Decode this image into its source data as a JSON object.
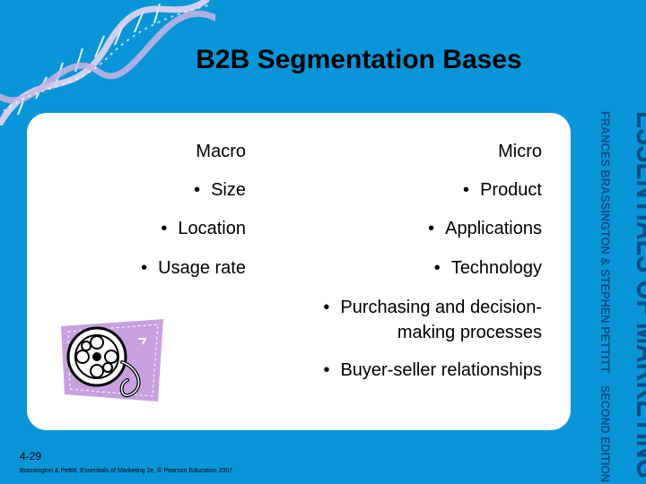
{
  "slide": {
    "title": "B2B Segmentation Bases",
    "macro": {
      "heading": "Macro",
      "items": [
        "Size",
        "Location",
        "Usage rate"
      ]
    },
    "micro": {
      "heading": "Micro",
      "items": [
        "Product",
        "Applications",
        "Technology",
        "Purchasing and decision-",
        "making processes",
        "Buyer-seller relationships"
      ]
    },
    "page_number": "4-29",
    "footer": "Brassington & Pettitt, Essentials of Marketing 2e, © Pearson Education 2007",
    "book_spine": {
      "line1": "ESSENTIALS OF MARKETING",
      "line2": "FRANCES BRASSINGTON & STEPHEN PETTITT",
      "line3": "SECOND EDITION"
    }
  },
  "colors": {
    "background": "#0996d8",
    "panel": "#ffffff",
    "dna_strand": "#d9c8e8",
    "dna_rungs": "#ffffff",
    "clipart_purple": "#c8a0e0",
    "spine_text": "#0a4c84"
  },
  "icons": {
    "decoration_top_left": "dna-helix-icon",
    "clipart": "film-reel-icon"
  }
}
